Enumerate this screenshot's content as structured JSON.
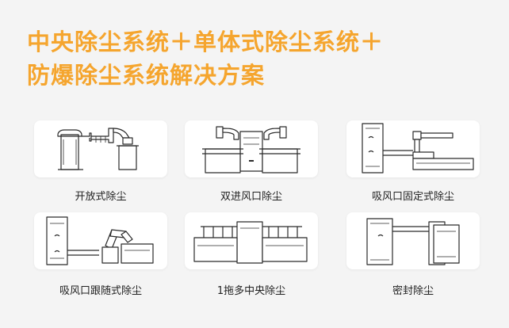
{
  "title": {
    "line1": "中央除尘系统＋单体式除尘系统＋",
    "line2": "防爆除尘系统解决方案"
  },
  "cards": [
    {
      "caption": "开放式除尘",
      "icon": "open-dust-removal-illustration"
    },
    {
      "caption": "双进风口除尘",
      "icon": "dual-inlet-dust-removal-illustration"
    },
    {
      "caption": "吸风口固定式除尘",
      "icon": "fixed-suction-inlet-dust-removal-illustration"
    },
    {
      "caption": "吸风口跟随式除尘",
      "icon": "follow-suction-inlet-dust-removal-illustration"
    },
    {
      "caption": "1拖多中央除尘",
      "icon": "one-to-many-central-dust-removal-illustration"
    },
    {
      "caption": "密封除尘",
      "icon": "sealed-dust-removal-illustration"
    }
  ],
  "colors": {
    "accent": "#f5a52e",
    "background": "#f4f4f4",
    "card": "#ffffff",
    "line": "#2b2b2b"
  }
}
